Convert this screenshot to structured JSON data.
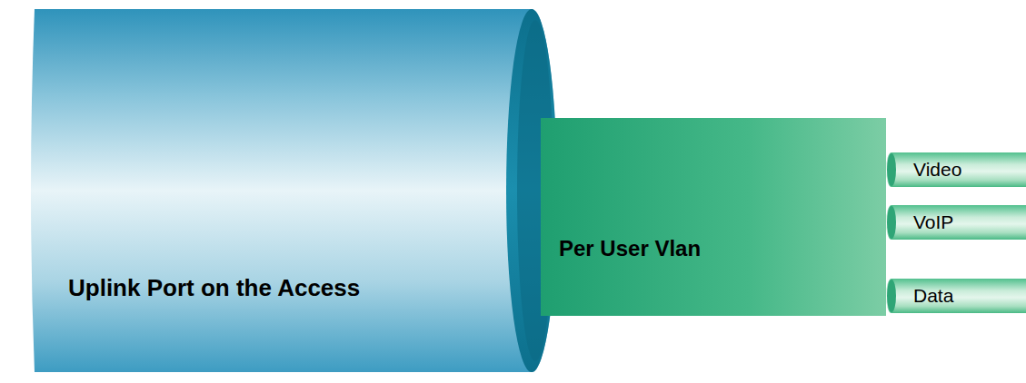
{
  "diagram": {
    "nodes": [
      {
        "text": [
          "Uplink Port on the Access"
        ]
      },
      {
        "text": [
          "Per User Vlan"
        ]
      },
      {
        "text": [
          "Video"
        ]
      },
      {
        "text": [
          "VoIP"
        ]
      },
      {
        "text": [
          "Data"
        ]
      }
    ]
  }
}
